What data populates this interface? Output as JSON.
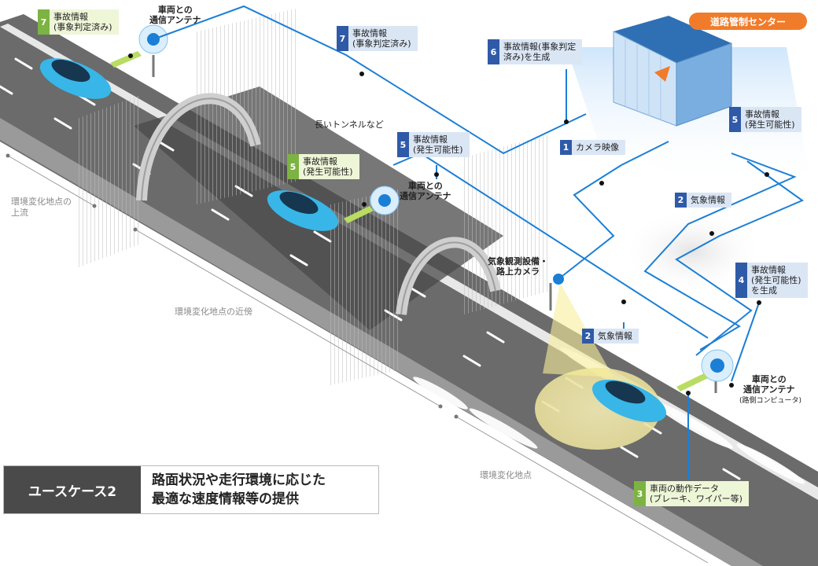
{
  "labels": {
    "msg7_left": {
      "num": "7",
      "text": "事故情報\n(事象判定済み)"
    },
    "msg7_top": {
      "num": "7",
      "text": "事故情報\n(事象判定済み)"
    },
    "msg6": {
      "num": "6",
      "text": "事故情報(事象判定\n済み)を生成"
    },
    "msg5_right": {
      "num": "5",
      "text": "事故情報\n(発生可能性)"
    },
    "msg5_mid": {
      "num": "5",
      "text": "事故情報\n(発生可能性)"
    },
    "msg5_tunnel": {
      "num": "5",
      "text": "事故情報\n(発生可能性)"
    },
    "msg1": {
      "num": "1",
      "text": "カメラ映像"
    },
    "msg2_right": {
      "num": "2",
      "text": "気象情報"
    },
    "msg2_road": {
      "num": "2",
      "text": "気象情報"
    },
    "msg4": {
      "num": "4",
      "text": "事故情報\n(発生可能性)\nを生成"
    },
    "msg3": {
      "num": "3",
      "text": "車両の動作データ\n(ブレーキ、ワイパー等)"
    }
  },
  "text": {
    "antenna_top": "車両との\n通信アンテナ",
    "antenna_mid": "車両との\n通信アンテナ",
    "antenna_right": "車両との\n通信アンテナ",
    "antenna_right_sub": "(路側コンピュータ)",
    "long_tunnel": "長いトンネルなど",
    "weather_camera": "気象観測設備・\n路上カメラ",
    "road_center": "道路管制センター",
    "area_upstream": "環境変化地点の\n上流",
    "area_near": "環境変化地点の近傍",
    "area_point": "環境変化地点"
  },
  "usecase": {
    "tag": "ユースケース2",
    "title": "路面状況や走行環境に応じた\n最適な速度情報等の提供"
  },
  "colors": {
    "line_blue": "#1b7fd6",
    "label_blue": "#2f5aa8",
    "label_green": "#7cb342",
    "center_orange": "#f07c2b",
    "car_blue": "#38b6e8",
    "road": "#6d6d6d"
  }
}
